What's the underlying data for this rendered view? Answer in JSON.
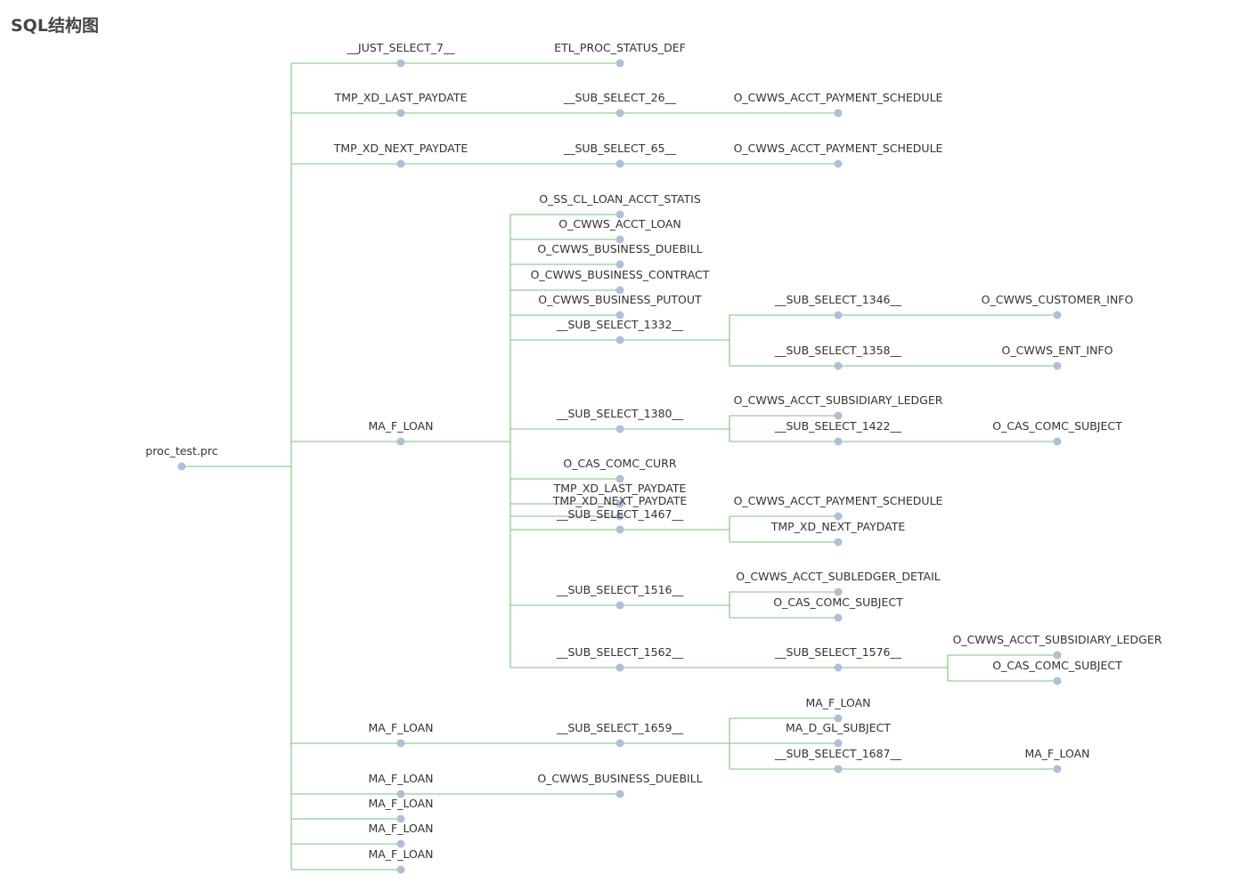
{
  "title": "SQL结构图",
  "colors": {
    "edge": "#7cc17c",
    "node": "#aebfd6",
    "text": "#333333",
    "title": "#444444"
  },
  "tree": {
    "name": "proc_test.prc",
    "children": [
      {
        "name": "__JUST_SELECT_7__",
        "children": [
          {
            "name": "ETL_PROC_STATUS_DEF"
          }
        ]
      },
      {
        "name": "TMP_XD_LAST_PAYDATE",
        "children": [
          {
            "name": "__SUB_SELECT_26__",
            "children": [
              {
                "name": "O_CWWS_ACCT_PAYMENT_SCHEDULE"
              }
            ]
          }
        ]
      },
      {
        "name": "TMP_XD_NEXT_PAYDATE",
        "children": [
          {
            "name": "__SUB_SELECT_65__",
            "children": [
              {
                "name": "O_CWWS_ACCT_PAYMENT_SCHEDULE"
              }
            ]
          }
        ]
      },
      {
        "name": "MA_F_LOAN",
        "children": [
          {
            "name": "O_SS_CL_LOAN_ACCT_STATIS"
          },
          {
            "name": "O_CWWS_ACCT_LOAN"
          },
          {
            "name": "O_CWWS_BUSINESS_DUEBILL"
          },
          {
            "name": "O_CWWS_BUSINESS_CONTRACT"
          },
          {
            "name": "O_CWWS_BUSINESS_PUTOUT"
          },
          {
            "name": "__SUB_SELECT_1332__",
            "children": [
              {
                "name": "__SUB_SELECT_1346__",
                "children": [
                  {
                    "name": "O_CWWS_CUSTOMER_INFO"
                  }
                ]
              },
              {
                "name": "__SUB_SELECT_1358__",
                "children": [
                  {
                    "name": "O_CWWS_ENT_INFO"
                  }
                ]
              }
            ]
          },
          {
            "name": "__SUB_SELECT_1380__",
            "children": [
              {
                "name": "O_CWWS_ACCT_SUBSIDIARY_LEDGER"
              },
              {
                "name": "__SUB_SELECT_1422__",
                "children": [
                  {
                    "name": "O_CAS_COMC_SUBJECT"
                  }
                ]
              }
            ]
          },
          {
            "name": "O_CAS_COMC_CURR"
          },
          {
            "name": "TMP_XD_LAST_PAYDATE"
          },
          {
            "name": "TMP_XD_NEXT_PAYDATE"
          },
          {
            "name": "__SUB_SELECT_1467__",
            "children": [
              {
                "name": "O_CWWS_ACCT_PAYMENT_SCHEDULE"
              },
              {
                "name": "TMP_XD_NEXT_PAYDATE"
              }
            ]
          },
          {
            "name": "__SUB_SELECT_1516__",
            "children": [
              {
                "name": "O_CWWS_ACCT_SUBLEDGER_DETAIL"
              },
              {
                "name": "O_CAS_COMC_SUBJECT"
              }
            ]
          },
          {
            "name": "__SUB_SELECT_1562__",
            "children": [
              {
                "name": "__SUB_SELECT_1576__",
                "children": [
                  {
                    "name": "O_CWWS_ACCT_SUBSIDIARY_LEDGER"
                  },
                  {
                    "name": "O_CAS_COMC_SUBJECT"
                  }
                ]
              }
            ]
          }
        ]
      },
      {
        "name": "MA_F_LOAN",
        "children": [
          {
            "name": "__SUB_SELECT_1659__",
            "children": [
              {
                "name": "MA_F_LOAN"
              },
              {
                "name": "MA_D_GL_SUBJECT"
              },
              {
                "name": "__SUB_SELECT_1687__",
                "children": [
                  {
                    "name": "MA_F_LOAN"
                  }
                ]
              }
            ]
          }
        ]
      },
      {
        "name": "MA_F_LOAN",
        "children": [
          {
            "name": "O_CWWS_BUSINESS_DUEBILL"
          }
        ]
      },
      {
        "name": "MA_F_LOAN"
      },
      {
        "name": "MA_F_LOAN"
      },
      {
        "name": "MA_F_LOAN"
      }
    ]
  }
}
